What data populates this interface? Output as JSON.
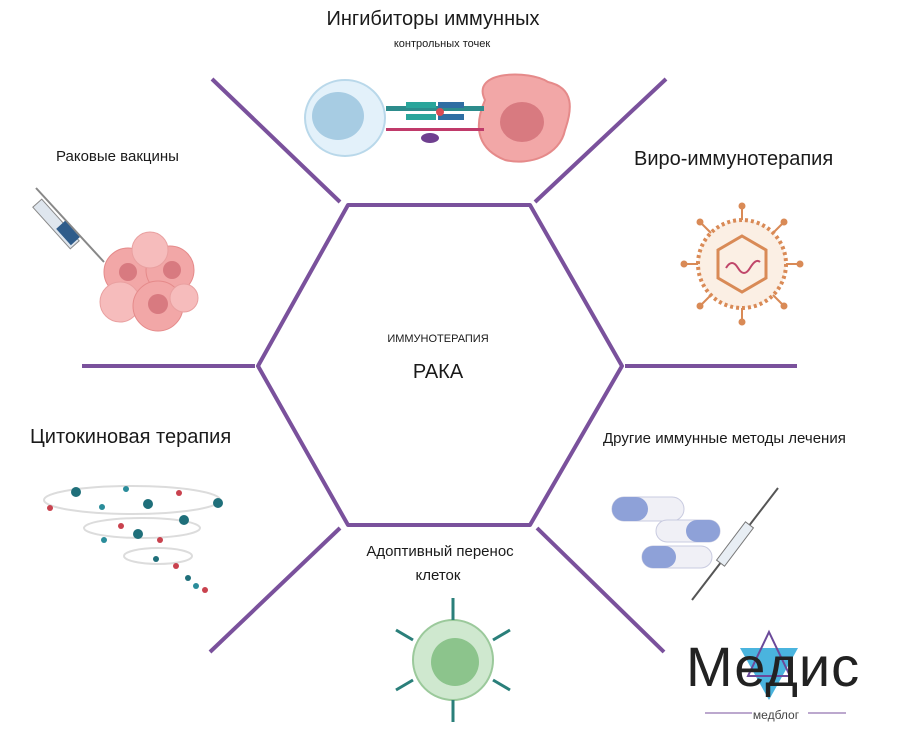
{
  "center": {
    "title": "ИММУНОТЕРАПИЯ",
    "main": "РАКА"
  },
  "sections": {
    "checkpoint": {
      "line1": "Ингибиторы иммунных",
      "line2": "контрольных точек"
    },
    "vaccines": {
      "label": "Раковые вакцины"
    },
    "viro": {
      "label": "Виро-иммунотерапия"
    },
    "cytokine": {
      "label": "Цитокиновая терапия"
    },
    "other": {
      "label": "Другие иммунные методы лечения"
    },
    "adoptive": {
      "line1": "Адоптивный перенос",
      "line2": "клеток"
    }
  },
  "logo": {
    "name": "Медис",
    "subtitle": "медблог"
  },
  "colors": {
    "line": "#7a519c",
    "accent": "#1e88e5",
    "cell_pink": "#f2a7a7",
    "cell_green": "#8fcf9a"
  }
}
